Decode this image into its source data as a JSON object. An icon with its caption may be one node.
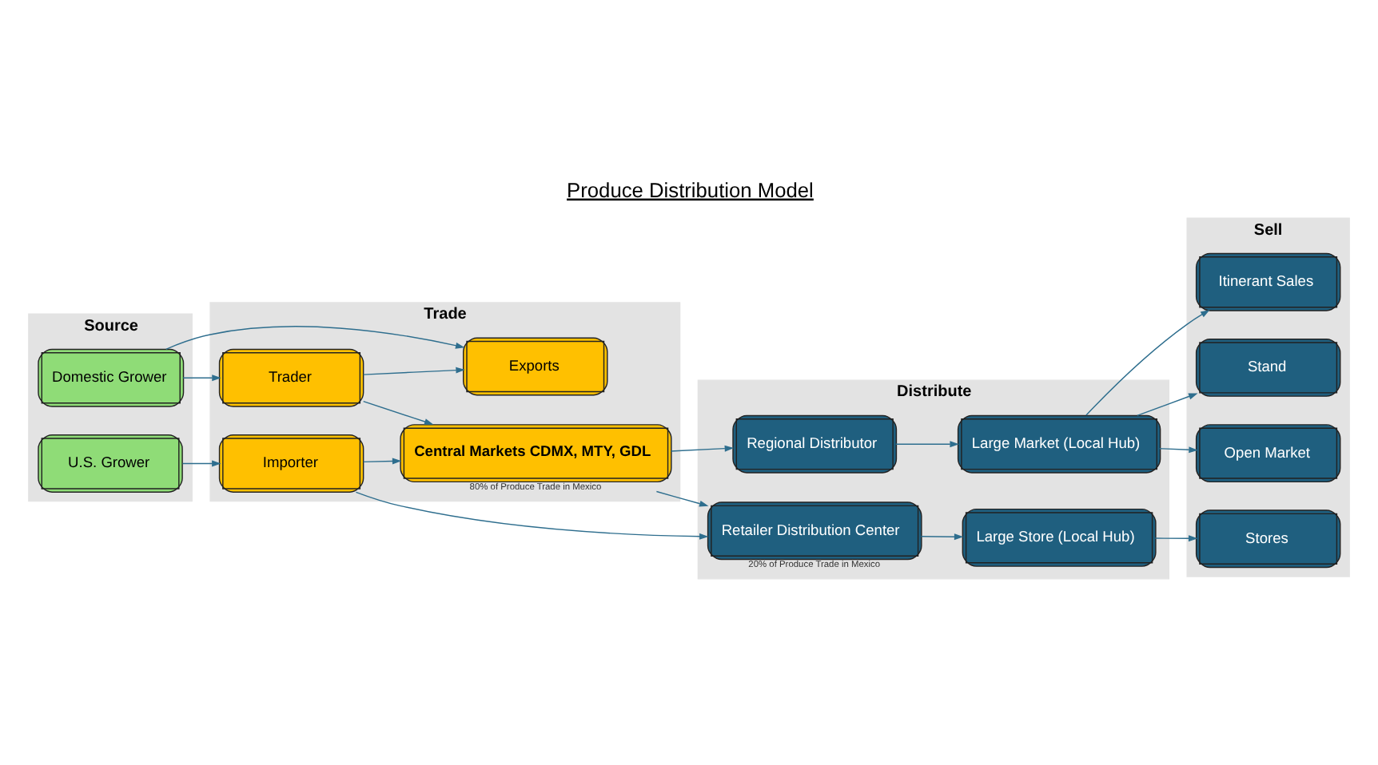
{
  "diagram": {
    "title": "Produce Distribution Model",
    "nodes": [
      {
        "text": [
          "Source"
        ]
      },
      {
        "text": [
          "U.S. Grower"
        ],
        "in": 0
      },
      {
        "text": [
          "Domestic Grower"
        ],
        "in": 0
      },
      {
        "text": [
          "Trade"
        ]
      },
      {
        "text": [
          "Importer"
        ],
        "in": 3
      },
      {
        "text": [
          "Trader"
        ],
        "in": 3
      },
      {
        "text": [
          "Central Markets CDMX, MTY, GDL"
        ],
        "in": 3,
        "beside": [
          "80% of Produce Trade in Mexico"
        ]
      },
      {
        "text": [
          "Exports"
        ],
        "in": 3
      },
      {
        "text": [
          "Distribute"
        ]
      },
      {
        "text": [
          "Retailer Distribution Center"
        ],
        "in": 8,
        "beside": [
          "20% of Produce Trade in Mexico"
        ]
      },
      {
        "text": [
          "Regional Distributor"
        ],
        "in": 8
      },
      {
        "text": [
          "Large Store (Local Hub)"
        ],
        "in": 8
      },
      {
        "text": [
          "Large Market (Local Hub)"
        ],
        "in": 8
      },
      {
        "text": [
          "Sell"
        ]
      },
      {
        "text": [
          "Stores"
        ],
        "in": 13
      },
      {
        "text": [
          "Stand"
        ],
        "in": 13
      },
      {
        "text": [
          "Open Market"
        ],
        "in": 13
      },
      {
        "text": [
          "Itinerant Sales"
        ],
        "in": 13
      }
    ],
    "edges": [
      {
        "from": 1,
        "to": 4,
        "arrow": "to"
      },
      {
        "from": 4,
        "to": 6,
        "arrow": "to"
      },
      {
        "from": 4,
        "to": 9,
        "arrow": "to"
      },
      {
        "from": 2,
        "to": 5,
        "arrow": "to"
      },
      {
        "from": 5,
        "to": 6,
        "arrow": "to"
      },
      {
        "from": 6,
        "to": 9,
        "arrow": "to"
      },
      {
        "from": 6,
        "to": 10,
        "arrow": "to"
      },
      {
        "from": 2,
        "to": 7,
        "arrow": "to"
      },
      {
        "from": 5,
        "to": 7,
        "arrow": "to"
      },
      {
        "from": 9,
        "to": 11,
        "arrow": "to"
      },
      {
        "from": 10,
        "to": 12,
        "arrow": "to"
      },
      {
        "from": 11,
        "to": 14,
        "arrow": "to"
      },
      {
        "from": 12,
        "to": 15,
        "arrow": "to"
      },
      {
        "from": 12,
        "to": 16,
        "arrow": "to"
      },
      {
        "from": 12,
        "to": 17,
        "arrow": "to"
      }
    ]
  }
}
